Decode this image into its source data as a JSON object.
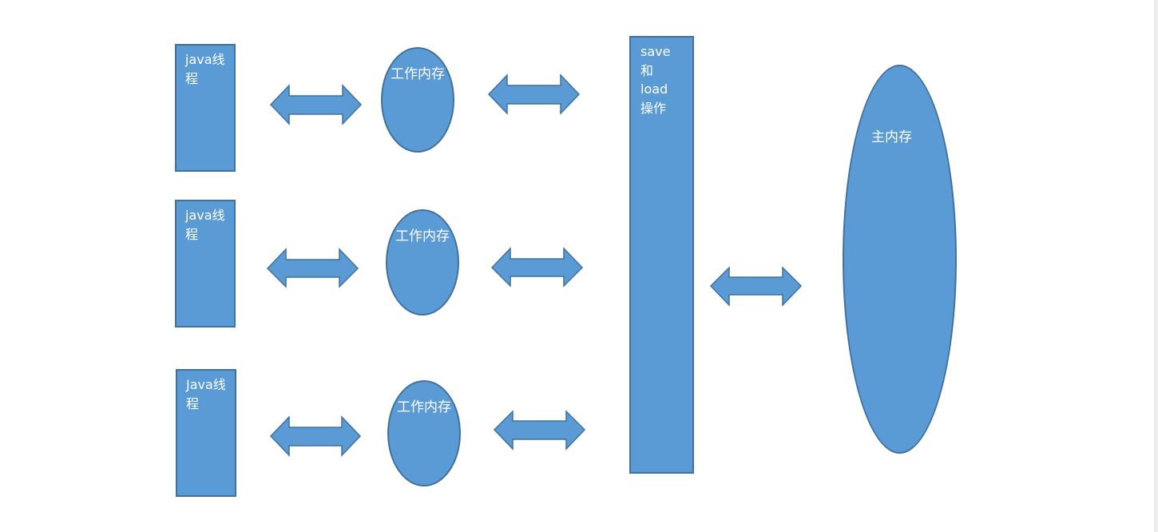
{
  "diagram": {
    "threads": [
      {
        "label": "java线程"
      },
      {
        "label": "java线程"
      },
      {
        "label": "Java线程"
      }
    ],
    "working_memory": [
      {
        "label": "工作内存"
      },
      {
        "label": "工作内存"
      },
      {
        "label": "工作内存"
      }
    ],
    "save_load": {
      "lines": [
        "save",
        "和",
        "load",
        "操作"
      ]
    },
    "main_memory": {
      "label": "主内存"
    },
    "colors": {
      "fill": "#5b9bd5",
      "stroke": "#41719c",
      "text": "#ffffff",
      "background": "#ffffff"
    },
    "arrow_icon": "double-headed-arrow-icon"
  }
}
